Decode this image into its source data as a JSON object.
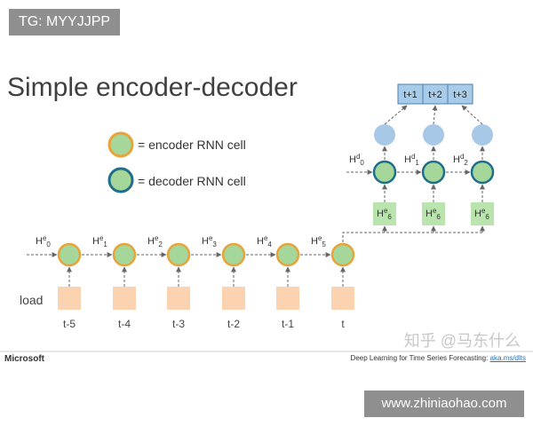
{
  "overlay": {
    "tag": "TG: MYYJJPP",
    "site": "www.zhiniaohao.com"
  },
  "title": "Simple encoder-decoder",
  "legend": {
    "encoder_label": "= encoder RNN cell",
    "decoder_label": "= decoder RNN cell"
  },
  "encoder": {
    "states": [
      {
        "main": "H",
        "sup": "e",
        "sub": "0"
      },
      {
        "main": "H",
        "sup": "e",
        "sub": "1"
      },
      {
        "main": "H",
        "sup": "e",
        "sub": "2"
      },
      {
        "main": "H",
        "sup": "e",
        "sub": "3"
      },
      {
        "main": "H",
        "sup": "e",
        "sub": "4"
      },
      {
        "main": "H",
        "sup": "e",
        "sub": "5"
      }
    ],
    "input_label": "load",
    "time_labels": [
      "t-5",
      "t-4",
      "t-3",
      "t-2",
      "t-1",
      "t"
    ]
  },
  "decoder": {
    "states": [
      {
        "main": "H",
        "sup": "d",
        "sub": "0"
      },
      {
        "main": "H",
        "sup": "d",
        "sub": "1"
      },
      {
        "main": "H",
        "sup": "d",
        "sub": "2"
      }
    ],
    "context_states": [
      {
        "main": "H",
        "sup": "e",
        "sub": "6"
      },
      {
        "main": "H",
        "sup": "e",
        "sub": "6"
      },
      {
        "main": "H",
        "sup": "e",
        "sub": "6"
      }
    ],
    "outputs": [
      "t+1",
      "t+2",
      "t+3"
    ]
  },
  "footer": {
    "brand": "Microsoft",
    "note": "Deep Learning for Time Series Forecasting:",
    "link": "aka.ms/dlts"
  },
  "watermark": "知乎 @马东什么",
  "colors": {
    "encoder_ring": "#e8a33a",
    "decoder_ring": "#1f6e8c",
    "cell_fill": "#a6d79a",
    "input_fill": "#fbd3b0",
    "context_fill": "#b9e4ad",
    "output_fill": "#a8cce8",
    "output_circle": "#a8c8e8",
    "arrow": "#666666"
  }
}
